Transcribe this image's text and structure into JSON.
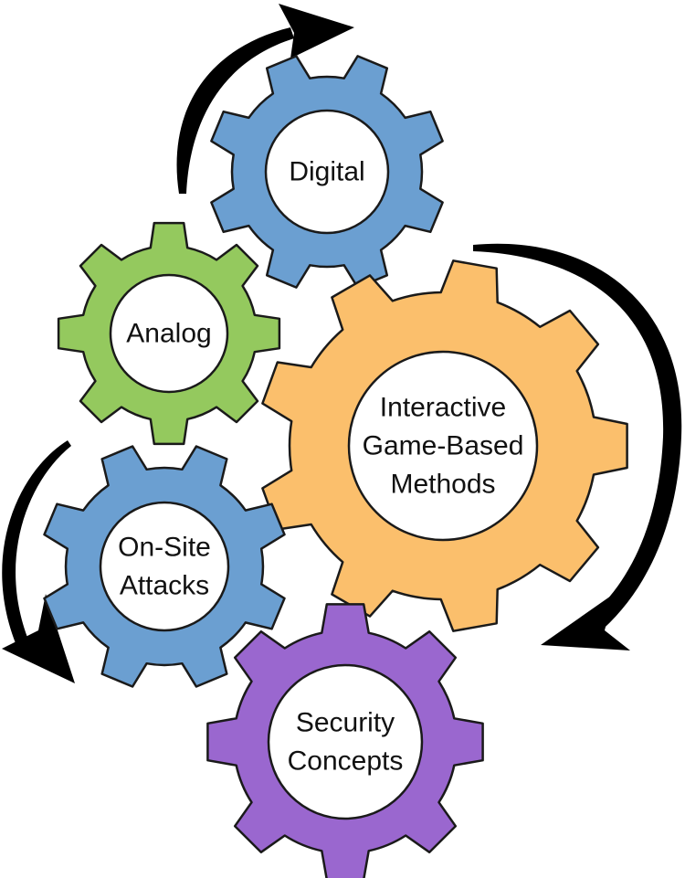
{
  "gears": [
    {
      "id": "digital",
      "lines": [
        "Digital"
      ],
      "color": "#6b9fd1"
    },
    {
      "id": "analog",
      "lines": [
        "Analog"
      ],
      "color": "#94c95e"
    },
    {
      "id": "interactive",
      "lines": [
        "Interactive",
        "Game-Based",
        "Methods"
      ],
      "color": "#fbbf6c"
    },
    {
      "id": "on-site-attacks",
      "lines": [
        "On-Site",
        "Attacks"
      ],
      "color": "#6b9fd1"
    },
    {
      "id": "security-concepts",
      "lines": [
        "Security",
        "Concepts"
      ],
      "color": "#9a67cf"
    }
  ],
  "arrows": [
    {
      "id": "analog-to-digital",
      "direction": "clockwise"
    },
    {
      "id": "digital-to-security",
      "direction": "clockwise"
    },
    {
      "id": "analog-to-on-site",
      "direction": "counter-clockwise"
    }
  ],
  "colors": {
    "outline": "#1a1a1a",
    "arrow": "#000000",
    "hub": "#ffffff"
  }
}
